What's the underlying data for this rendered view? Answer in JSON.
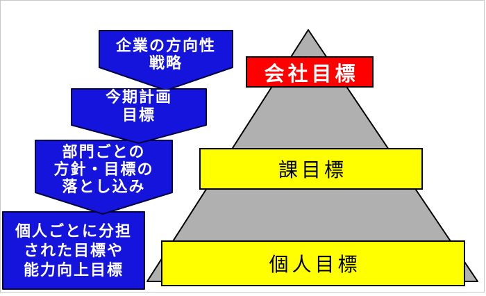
{
  "frame": {
    "background": "#ffffff",
    "border_color": "#c9c9c9"
  },
  "flow": {
    "shape_color": "#1414dd",
    "outline_color": "#000040",
    "text_color": "#ffffff",
    "steps": [
      {
        "id": "corporate-direction-strategy",
        "lines": [
          "企業の方向性",
          "戦略"
        ]
      },
      {
        "id": "current-term-plan-goals",
        "lines": [
          "今期計画",
          "目標"
        ]
      },
      {
        "id": "department-policy-goal-breakdown",
        "lines": [
          "部門ごとの",
          "方針・目標の",
          "落とし込み"
        ]
      },
      {
        "id": "individually-assigned-goals",
        "lines": [
          "個人ごとに分担",
          "された目標や",
          "能力向上目標"
        ]
      }
    ]
  },
  "pyramid": {
    "triangle_color": "#b0b0b0",
    "outline_color": "#000000",
    "levels": [
      {
        "id": "company-goal",
        "label": "会社目標",
        "fill_color": "#ff0000",
        "text_color": "#ffffff"
      },
      {
        "id": "section-goal",
        "label": "課目標",
        "fill_color": "#ffff00",
        "text_color": "#000000"
      },
      {
        "id": "individual-goal",
        "label": "個人目標",
        "fill_color": "#ffff00",
        "text_color": "#000000"
      }
    ]
  }
}
